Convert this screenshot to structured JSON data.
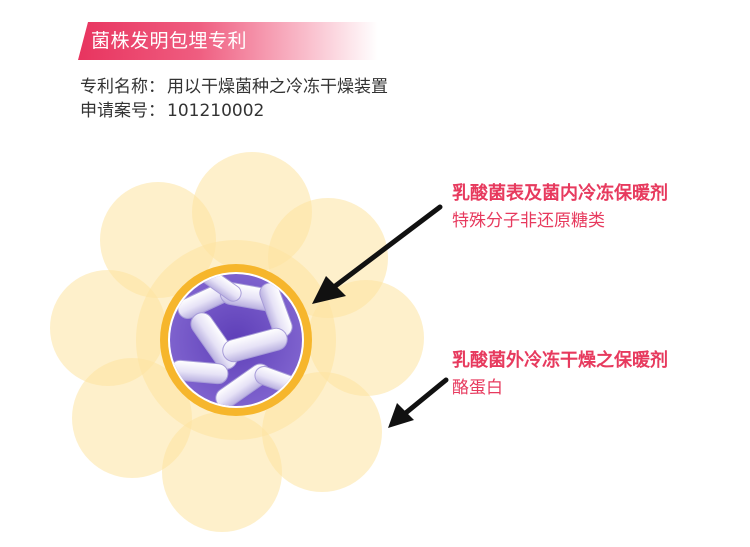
{
  "header": {
    "title": "菌株发明包埋专利"
  },
  "patent": {
    "name_label": "专利名称：",
    "name_value": "用以干燥菌种之冷冻干燥装置",
    "number_label": "申请案号：",
    "number_value": "101210002"
  },
  "annotations": {
    "inner_title": "乳酸菌表及菌内冷冻保暖剂",
    "inner_sub": "特殊分子非还原糖类",
    "outer_title": "乳酸菌外冷冻干燥之保暖剂",
    "outer_sub": "酪蛋白"
  },
  "colors": {
    "accent": "#e73a5e",
    "petal": "#fde5a6",
    "ring": "#f5b52e",
    "bacteria_bg": "#7d5fcf"
  },
  "icons": [
    "arrow-inner-icon",
    "arrow-outer-icon"
  ]
}
